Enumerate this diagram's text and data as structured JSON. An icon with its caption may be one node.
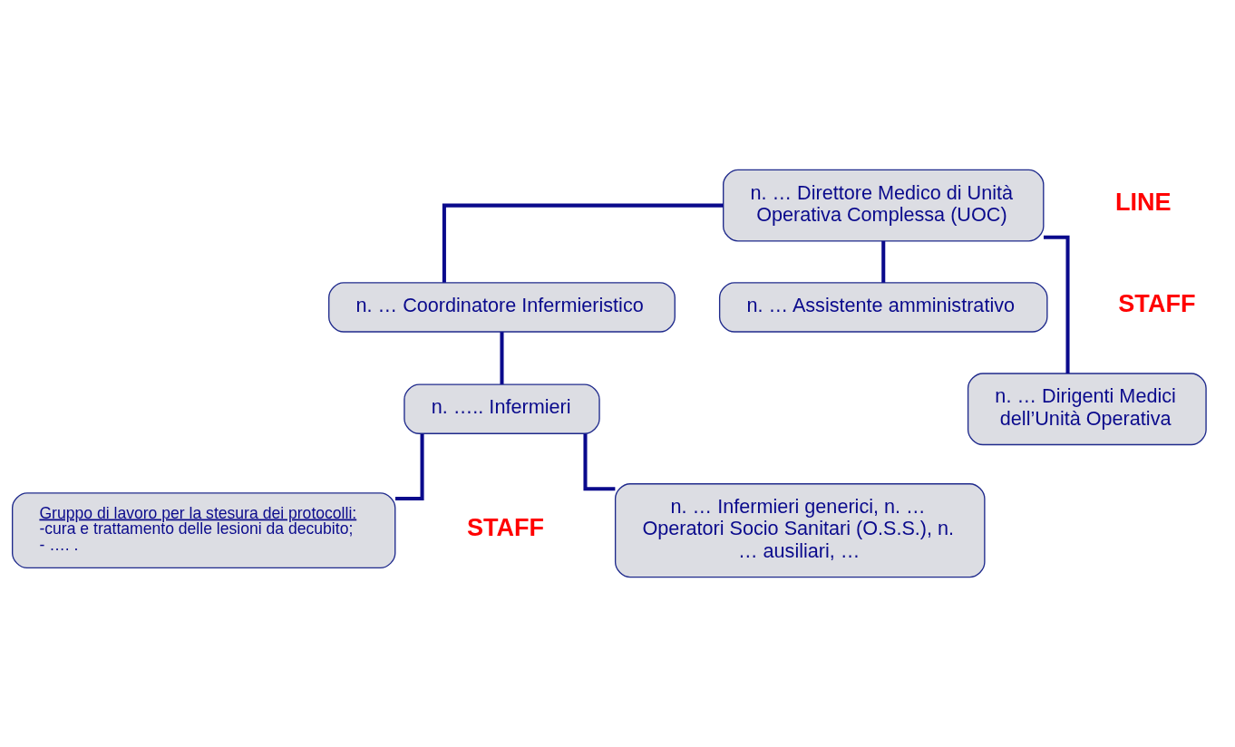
{
  "diagram": {
    "nodes": [
      {
        "text": [
          "n. … Direttore Medico di Unità Operativa Complessa (UOC)"
        ]
      },
      {
        "text": [
          "n. … Assistente amministrativo"
        ]
      },
      {
        "text": [
          "n. … Dirigenti Medici dell’Unità Operativa"
        ]
      },
      {
        "text": [
          "n. … Coordinatore Infermieristico"
        ]
      },
      {
        "text": [
          "n. ….. Infermieri"
        ]
      },
      {
        "text": [
          "Gruppo di lavoro per la stesura dei protocolli:",
          "-cura e trattamento delle lesioni da decubito;",
          "- …. ."
        ]
      },
      {
        "text": [
          "n. … Infermieri generici, n. … Operatori Socio Sanitari (O.S.S.), n. … ausiliari, …"
        ]
      }
    ],
    "edges": [
      {
        "from": 0,
        "to": 1,
        "arrow": "none"
      },
      {
        "from": 0,
        "to": 2,
        "arrow": "none"
      },
      {
        "from": 0,
        "to": 3,
        "arrow": "none"
      },
      {
        "from": 3,
        "to": 4,
        "arrow": "none"
      },
      {
        "from": 4,
        "to": 5,
        "arrow": "none"
      },
      {
        "from": 4,
        "to": 6,
        "arrow": "none"
      }
    ],
    "labels": [
      "STAFF",
      "LINE",
      "STAFF"
    ]
  }
}
